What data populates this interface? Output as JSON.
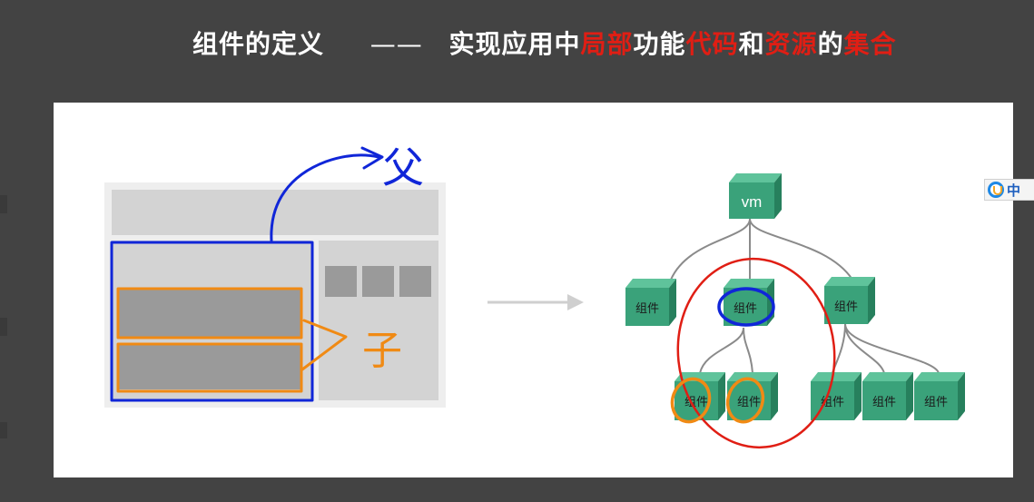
{
  "title": {
    "part1": "组件的定义",
    "dash": "——",
    "part2": "实现应用中",
    "hl1": "局部",
    "part3": "功能",
    "hl2": "代码",
    "part4": "和",
    "hl3": "资源",
    "part5": "的",
    "hl4": "集合"
  },
  "diagram": {
    "root_label": "vm",
    "component_label": "组件",
    "annotation_parent": "父",
    "annotation_child": "子"
  },
  "ime": {
    "label": "中"
  },
  "colors": {
    "background": "#434343",
    "title_text": "#ffffff",
    "highlight_red": "#e01e14",
    "cube_green": "#3aa27a",
    "pen_blue": "#1026d8",
    "pen_orange": "#f08a14",
    "pen_red": "#e01e14"
  },
  "icons": [
    "ime-logo-icon",
    "arrow-right-icon"
  ]
}
